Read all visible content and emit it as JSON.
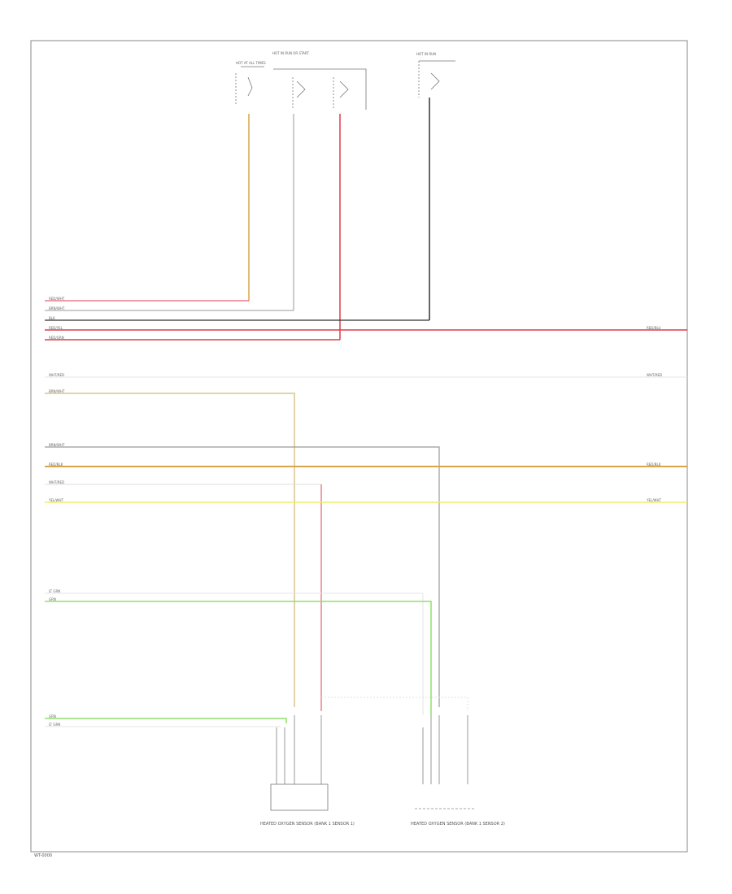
{
  "diagram": {
    "footer_code": "WT-0000",
    "colors": {
      "border": "#888888",
      "red": "#e03a48",
      "orange": "#d9a54a",
      "gray": "#9a9a9a",
      "black": "#333333",
      "tan": "#d9c58a",
      "yellow": "#eded6a",
      "green": "#8fe06a",
      "white_wire": "#dddddd"
    },
    "top_components": [
      {
        "id": "fuse-left",
        "label": "HOT AT ALL TIMES"
      },
      {
        "id": "fuse-center",
        "label": "HOT IN RUN OR START"
      },
      {
        "id": "fuse-right",
        "label": "HOT IN RUN"
      }
    ],
    "left_wire_labels": [
      "RED/WHT",
      "BRN/WHT",
      "BLK",
      "RED/YEL",
      "RED/GRN",
      "WHT/RED",
      "BRN/WHT",
      "BRN/WHT",
      "RED/BLK",
      "WHT/RED",
      "YEL/WHT",
      "LT GRN",
      "GRN",
      "GRN",
      "LT GRN"
    ],
    "right_wire_labels": [
      "RED/BLU",
      "WHT/RED",
      "RED/BLK",
      "YEL/WHT"
    ],
    "bottom_components": [
      {
        "id": "sensor-left",
        "label": "HEATED OXYGEN SENSOR (BANK 1 SENSOR 1)"
      },
      {
        "id": "sensor-right",
        "label": "HEATED OXYGEN SENSOR (BANK 1 SENSOR 2)"
      }
    ]
  }
}
